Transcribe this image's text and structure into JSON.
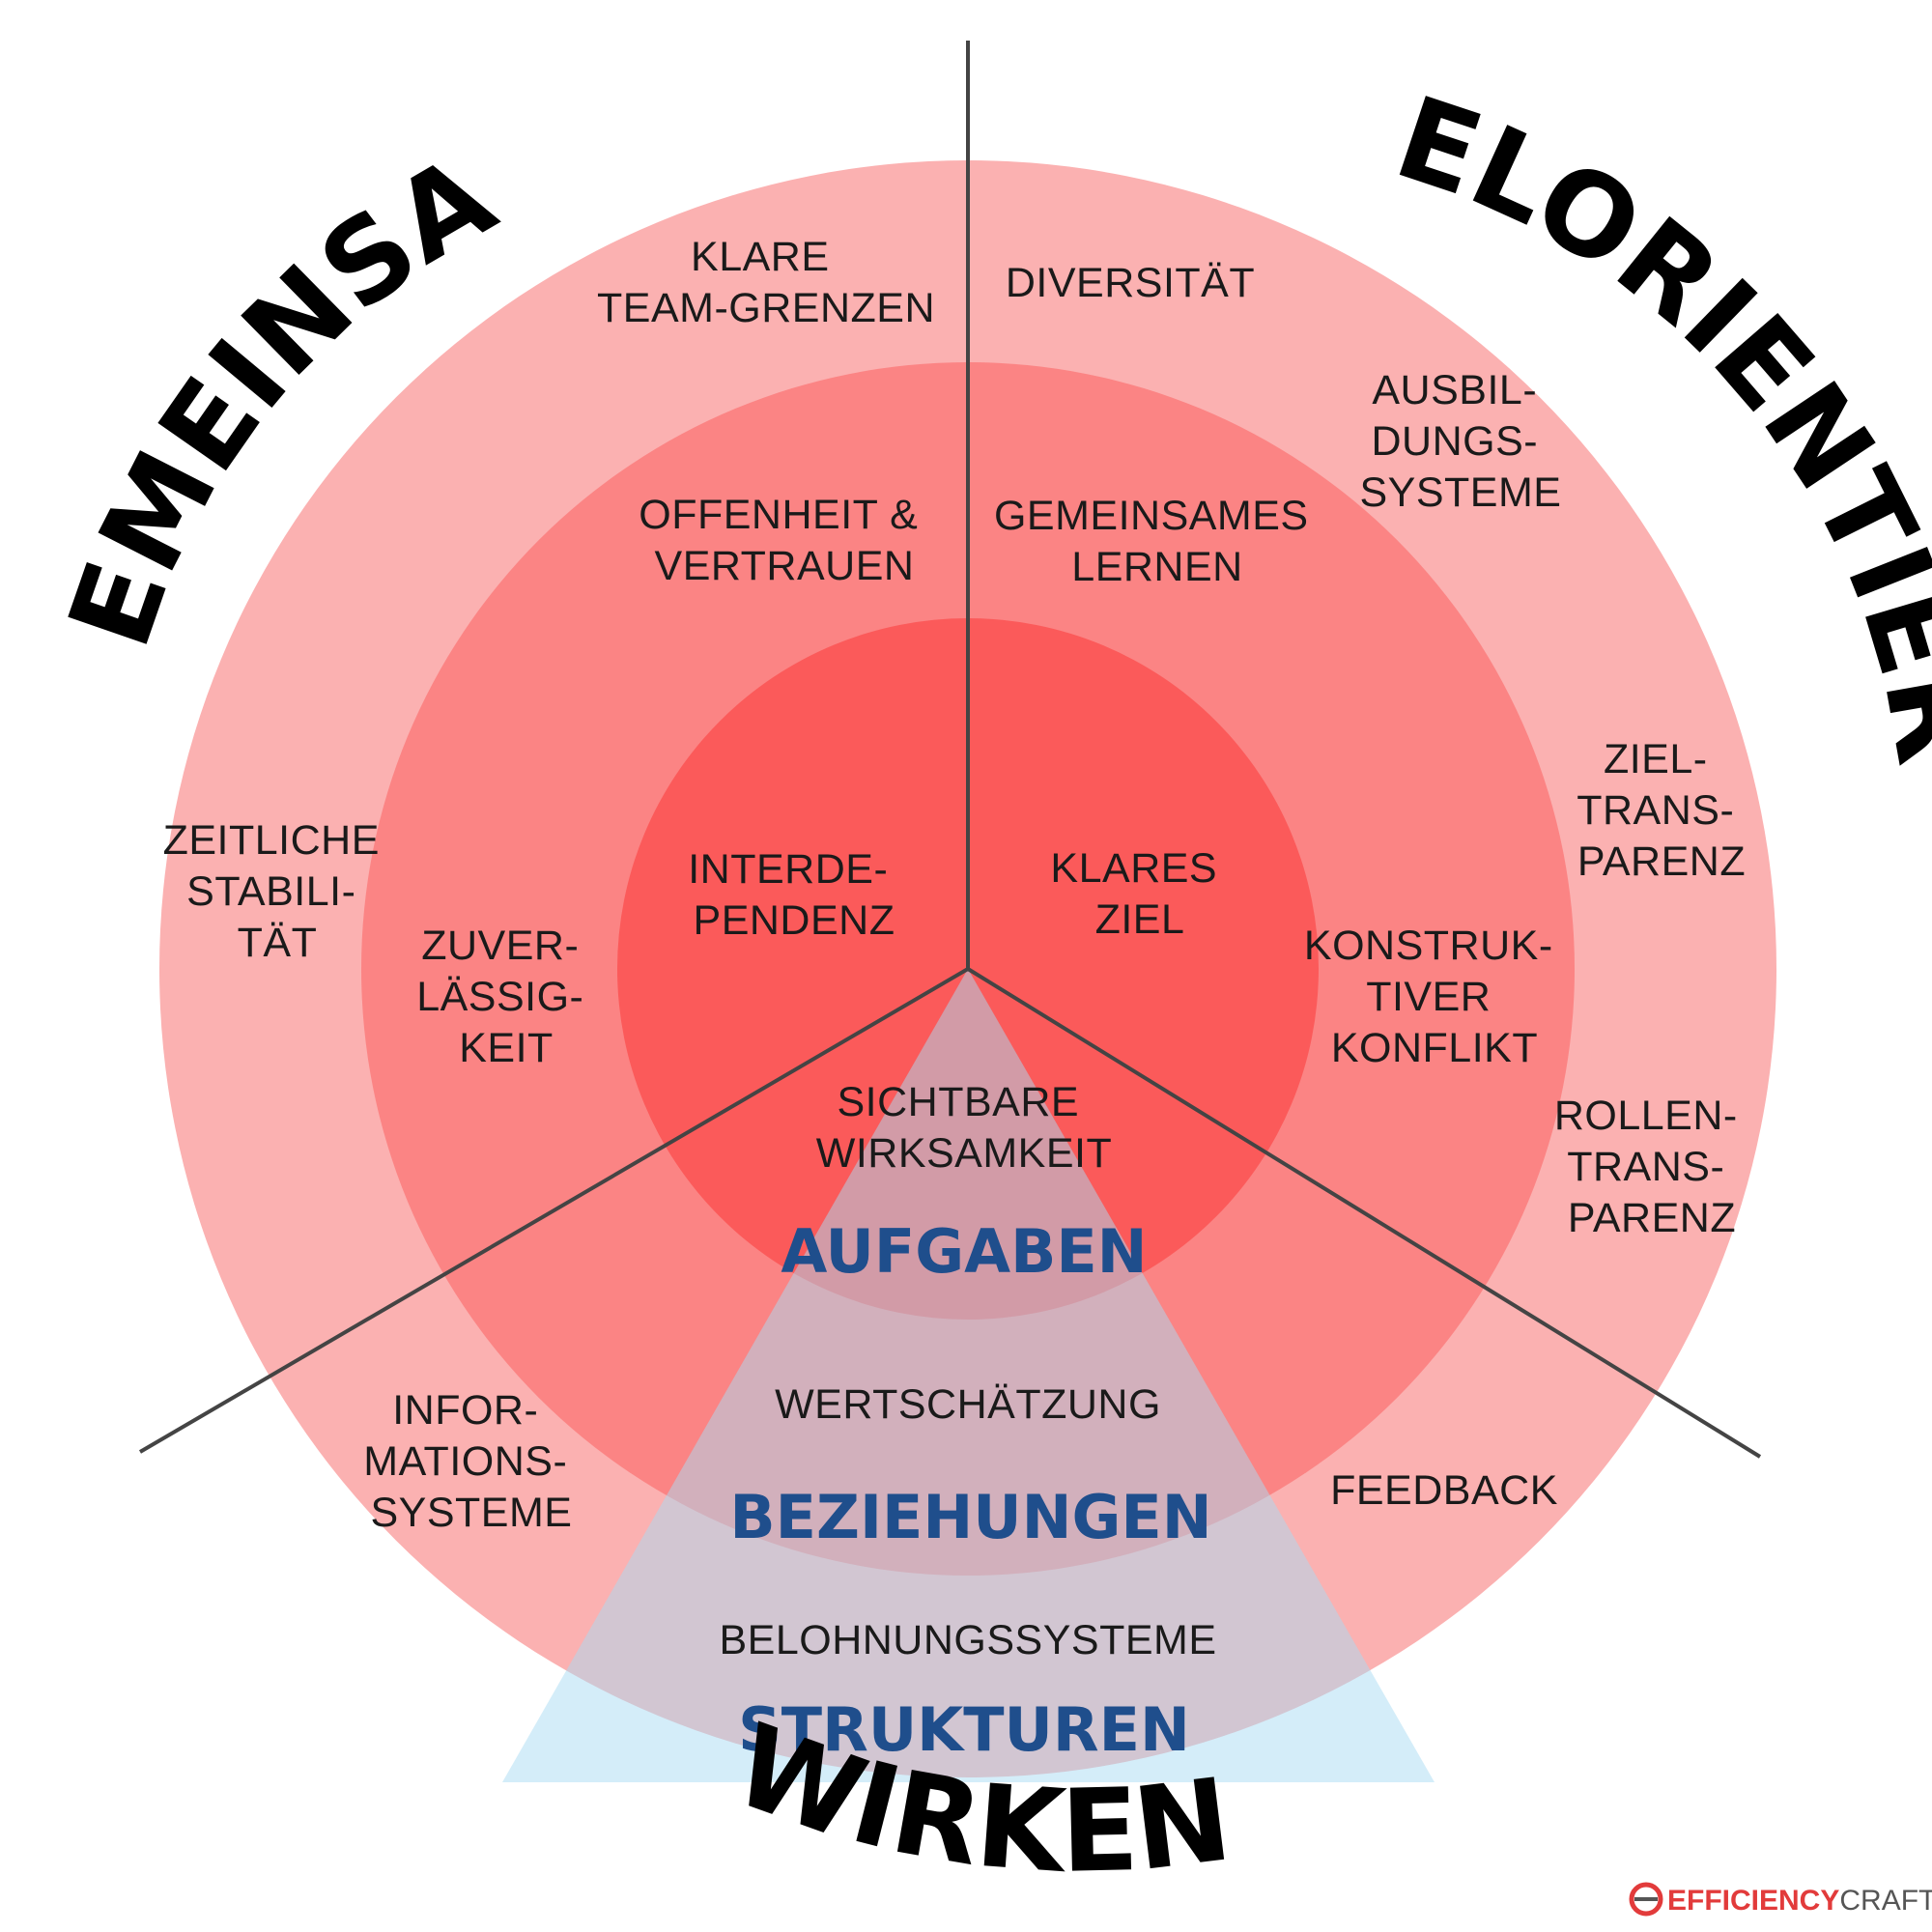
{
  "labels": {
    "team_grenzen": [
      "KLARE",
      "TEAM-GRENZEN"
    ],
    "diversitaet": [
      "DIVERSITÄT"
    ],
    "ausbildung": [
      "AUSBIL-",
      "DUNGS-",
      "SYSTEME"
    ],
    "offenheit": [
      "OFFENHEIT &",
      "VERTRAUEN"
    ],
    "lernen": [
      "GEMEINSAMES",
      "LERNEN"
    ],
    "stabilitaet": [
      "ZEITLICHE",
      "STABILI-",
      "TÄT"
    ],
    "zuverlaessigkeit": [
      "ZUVER-",
      "LÄSSIG-",
      "KEIT"
    ],
    "interdependenz": [
      "INTERDE-",
      "PENDENZ"
    ],
    "klares_ziel": [
      "KLARES",
      "ZIEL"
    ],
    "zieltransparenz": [
      "ZIEL-",
      "TRANS-",
      "PARENZ"
    ],
    "konflikt": [
      "KONSTRUK-",
      "TIVER",
      "KONFLIKT"
    ],
    "rollentransparenz": [
      "ROLLEN-",
      "TRANS-",
      "PARENZ"
    ],
    "wirksamkeit": [
      "SICHTBARE",
      "WIRKSAMKEIT"
    ],
    "wertschaetzung": [
      "WERTSCHÄTZUNG"
    ],
    "informationssysteme": [
      "INFOR-",
      "MATIONS-",
      "SYSTEME"
    ],
    "feedback": [
      "FEEDBACK"
    ],
    "belohnung": [
      "BELOHNUNGSSYSTEME"
    ]
  },
  "categories": {
    "aufgaben": "AUFGABEN",
    "beziehungen": "BEZIEHUNGEN",
    "strukturen": "STRUKTUREN"
  },
  "sectors": {
    "gemeinsam": "GEMEINSAM",
    "zielorientiert": "ZIELORIENTIERT",
    "wirken": "WIRKEN"
  },
  "logo": {
    "bold": "EFFICIENCY",
    "light": "CRAFTER"
  },
  "colors": {
    "outer_ring": "#fbb1b1",
    "middle_ring": "#fb8484",
    "inner_circle": "#fb5a5a",
    "triangle": "#a9dbf3",
    "category_text": "#1f4e8c",
    "brand": "#e23b3b"
  }
}
